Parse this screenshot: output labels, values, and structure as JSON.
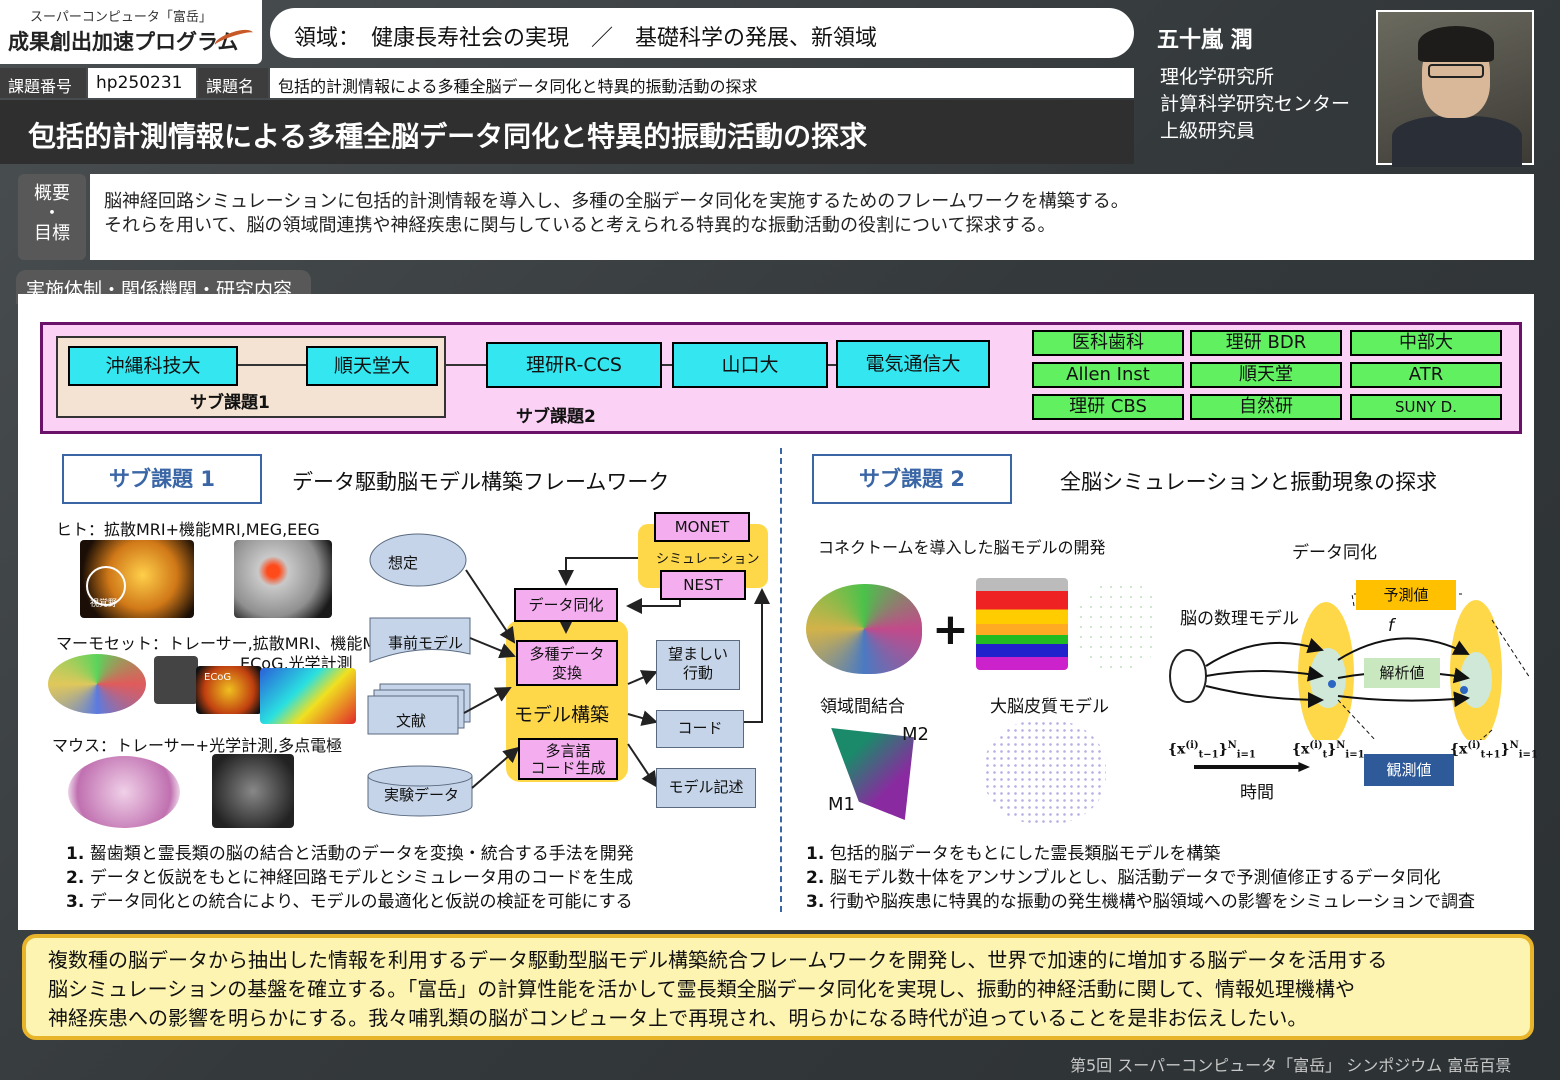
{
  "header": {
    "logo_line1": "スーパーコンピュータ「富岳」",
    "logo_line2": "成果創出加速プログラム",
    "field": "領域：　健康長寿社会の実現　／　基礎科学の発展、新領域",
    "name": "五十嵐 潤",
    "affiliation": [
      "理化学研究所",
      "計算科学研究センター",
      "上級研究員"
    ]
  },
  "project": {
    "number_label": "課題番号",
    "number": "hp250231",
    "name_label": "課題名",
    "name": "包括的計測情報による多種全脳データ同化と特異的振動活動の探求",
    "title": "包括的計測情報による多種全脳データ同化と特異的振動活動の探求"
  },
  "overview": {
    "label_top": "概要",
    "label_mid": "・",
    "label_bottom": "目標",
    "line1": "脳神経回路シミュレーションに包括的計測情報を導入し、多種の全脳データ同化を実施するためのフレームワークを構築する。",
    "line2": "それらを用いて、脳の領域間連携や神経疾患に関与していると考えられる特異的な振動活動の役割について探求する。"
  },
  "section_tab": "実施体制・関係機関・研究内容",
  "org": {
    "sub1": [
      "沖縄科技大",
      "順天堂大"
    ],
    "sub1_label": "サブ課題1",
    "sub2": [
      "理研R-CCS",
      "山口大",
      "電気通信大"
    ],
    "sub2_label": "サブ課題2",
    "partners": [
      "医科歯科",
      "理研 BDR",
      "中部大",
      "Allen Inst",
      "順天堂",
      "ATR",
      "理研 CBS",
      "自然研",
      "SUNY D."
    ]
  },
  "sub1": {
    "badge": "サブ課題 1",
    "heading": "データ駆動脳モデル構築フレームワーク",
    "human": "ヒト：拡散MRI+機能MRI,MEG,EEG",
    "marmoset": "マーモセット：トレーサー,拡散MRI、機能MRI",
    "marmoset2": "ECoG,光学計測",
    "mouse": "マウス：トレーサー+光学計測,多点電極",
    "visual_cortex": "視覚野",
    "ecog": "ECoG",
    "flow": {
      "hypothesis": "想定",
      "prior": "事前モデル",
      "literature": "文献",
      "experiment": "実験データ",
      "monet": "MONET",
      "simulation": "シミュレーション",
      "nest": "NEST",
      "assimilation": "データ同化",
      "multi_data": "多種データ\n変換",
      "model_build": "モデル構築",
      "multi_lang": "多言語\nコード生成",
      "desired": "望ましい\n行動",
      "code": "コード",
      "model_desc": "モデル記述"
    },
    "items": [
      {
        "num": "1.",
        "text": "齧歯類と霊長類の脳の結合と活動のデータを変換・統合する手法を開発"
      },
      {
        "num": "2.",
        "text": "データと仮説をもとに神経回路モデルとシミュレータ用のコードを生成"
      },
      {
        "num": "3.",
        "text": "データ同化との統合により、モデルの最適化と仮説の検証を可能にする"
      }
    ]
  },
  "sub2": {
    "badge": "サブ課題 2",
    "heading": "全脳シミュレーションと振動現象の探求",
    "connectome": "コネクトームを導入した脳モデルの開発",
    "inter_region": "領域間結合",
    "cortex_model": "大脳皮質モデル",
    "m1": "M1",
    "m2": "M2",
    "da_title": "データ同化",
    "math_model": "脳の数理モデル",
    "predicted": "予測値",
    "analysis": "解析値",
    "observed": "観測値",
    "f": "f",
    "time": "時間",
    "xm": "{x",
    "xm_sup": "(i)",
    "xm_sub": "t−1",
    "xm_tail": "}",
    "xm_n": "N",
    "xm_i": "i=1",
    "x0_sub": "t",
    "xp_sub": "t+1",
    "items": [
      {
        "num": "1.",
        "text": "包括的脳データをもとにした霊長類脳モデルを構築"
      },
      {
        "num": "2.",
        "text": "脳モデル数十体をアンサンブルとし、脳活動データで予測値修正するデータ同化"
      },
      {
        "num": "3.",
        "text": "行動や脳疾患に特異的な振動の発生機構や脳領域への影響をシミュレーションで調査"
      }
    ]
  },
  "summary": {
    "line1": "複数種の脳データから抽出した情報を利用するデータ駆動型脳モデル構築統合フレームワークを開発し、世界で加速的に増加する脳データを活用する",
    "line2": "脳シミュレーションの基盤を確立する。「富岳」の計算性能を活かして霊長類全脳データ同化を実現し、振動的神経活動に関して、情報処理機構や",
    "line3": "神経疾患への影響を明らかにする。我々哺乳類の脳がコンピュータ上で再現され、明らかになる時代が迫っていることを是非お伝えしたい。"
  },
  "footer": "第5回 スーパーコンピュータ「富岳」 シンポジウム 富岳百景",
  "colors": {
    "cyan": "#33e6f0",
    "green": "#60f060",
    "magenta": "#f4aef0",
    "yellow": "#ffd84a",
    "blue": "#3a66a6"
  }
}
